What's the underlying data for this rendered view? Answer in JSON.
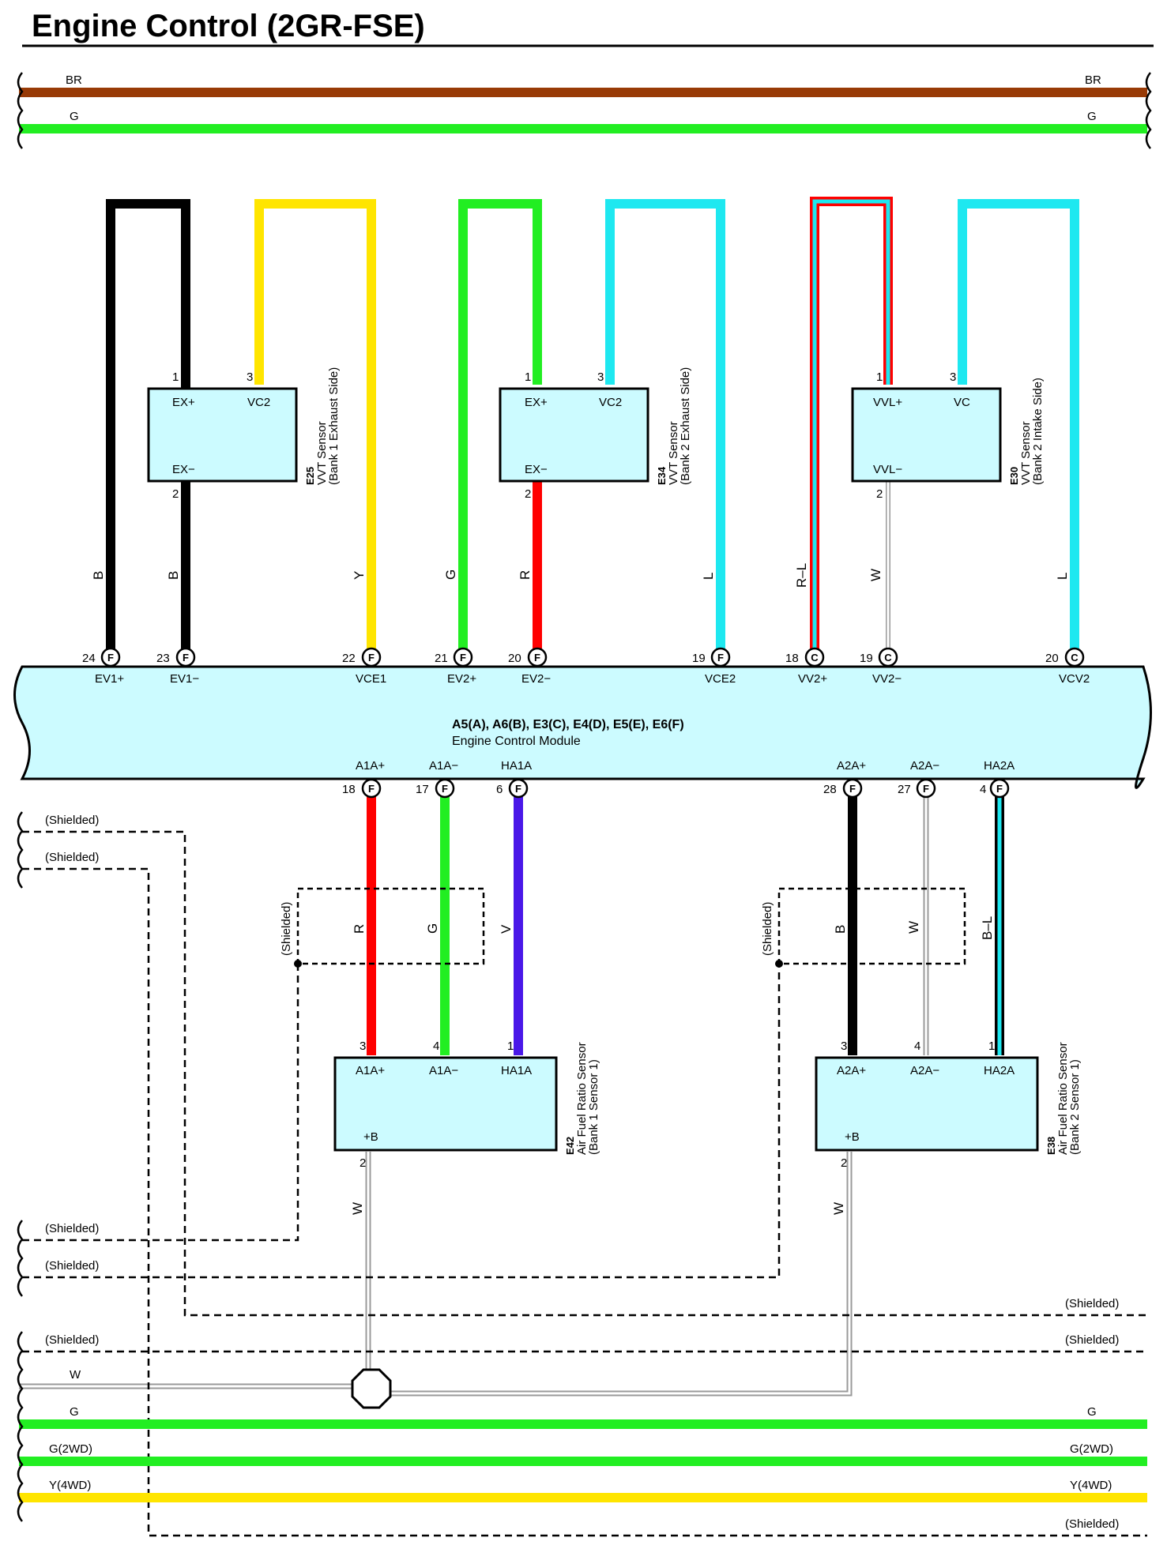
{
  "title": "Engine Control (2GR-FSE)",
  "colors": {
    "BR": "#983a06",
    "G": "#22ee22",
    "B": "#000000",
    "Y": "#ffe500",
    "L": "#1ee8f0",
    "R": "#ff0000",
    "V": "#4a18e8",
    "W": "#9a9a9a",
    "box_fill": "#ccfbff"
  },
  "top_buses": [
    {
      "left": "BR",
      "right": "BR"
    },
    {
      "left": "G",
      "right": "G"
    }
  ],
  "vvt_sensors": [
    {
      "code": "E25",
      "name": "VVT Sensor",
      "sub": "(Bank 1 Exhaust Side)",
      "pin1": "1",
      "pin2": "2",
      "pin3": "3",
      "p1": "EX+",
      "p2": "EX−",
      "p3": "VC2"
    },
    {
      "code": "E34",
      "name": "VVT Sensor",
      "sub": "(Bank 2 Exhaust Side)",
      "pin1": "1",
      "pin2": "2",
      "pin3": "3",
      "p1": "EX+",
      "p2": "EX−",
      "p3": "VC2"
    },
    {
      "code": "E30",
      "name": "VVT Sensor",
      "sub": "(Bank 2 Intake Side)",
      "pin1": "1",
      "pin2": "2",
      "pin3": "3",
      "p1": "VVL+",
      "p2": "VVL−",
      "p3": "VC"
    }
  ],
  "upper_wire_colors": [
    "B",
    "B",
    "Y",
    "G",
    "R",
    "L",
    "R–L",
    "W",
    "L"
  ],
  "ecm": {
    "code": "A5(A), A6(B), E3(C), E4(D), E5(E), E6(F)",
    "name": "Engine Control Module",
    "top_pins": [
      {
        "num": "24",
        "conn": "F",
        "label": "EV1+"
      },
      {
        "num": "23",
        "conn": "F",
        "label": "EV1−"
      },
      {
        "num": "22",
        "conn": "F",
        "label": "VCE1"
      },
      {
        "num": "21",
        "conn": "F",
        "label": "EV2+"
      },
      {
        "num": "20",
        "conn": "F",
        "label": "EV2−"
      },
      {
        "num": "19",
        "conn": "F",
        "label": "VCE2"
      },
      {
        "num": "18",
        "conn": "C",
        "label": "VV2+"
      },
      {
        "num": "19",
        "conn": "C",
        "label": "VV2−"
      },
      {
        "num": "20",
        "conn": "C",
        "label": "VCV2"
      }
    ],
    "bottom_pins": [
      {
        "num": "18",
        "conn": "F",
        "label": "A1A+"
      },
      {
        "num": "17",
        "conn": "F",
        "label": "A1A−"
      },
      {
        "num": "6",
        "conn": "F",
        "label": "HA1A"
      },
      {
        "num": "28",
        "conn": "F",
        "label": "A2A+"
      },
      {
        "num": "27",
        "conn": "F",
        "label": "A2A−"
      },
      {
        "num": "4",
        "conn": "F",
        "label": "HA2A"
      }
    ]
  },
  "lower_wire_colors": [
    "R",
    "G",
    "V",
    "B",
    "W",
    "B–L"
  ],
  "af_sensors": [
    {
      "code": "E42",
      "name": "Air Fuel Ratio Sensor",
      "sub": "(Bank 1 Sensor 1)",
      "pin_a": "3",
      "pin_b": "4",
      "pin_c": "1",
      "pin_d": "2",
      "p1": "A1A+",
      "p2": "A1A−",
      "p3": "HA1A",
      "p4": "+B",
      "b_wire": "W"
    },
    {
      "code": "E38",
      "name": "Air Fuel Ratio Sensor",
      "sub": "(Bank 2 Sensor 1)",
      "pin_a": "3",
      "pin_b": "4",
      "pin_c": "1",
      "pin_d": "2",
      "p1": "A2A+",
      "p2": "A2A−",
      "p3": "HA2A",
      "p4": "+B",
      "b_wire": "W"
    }
  ],
  "shield_text": "(Shielded)",
  "bottom_labels": {
    "w": "W",
    "g_left": "G",
    "g_right": "G",
    "g2wd_left": "G(2WD)",
    "g2wd_right": "G(2WD)",
    "y4wd_left": "Y(4WD)",
    "y4wd_right": "Y(4WD)"
  }
}
